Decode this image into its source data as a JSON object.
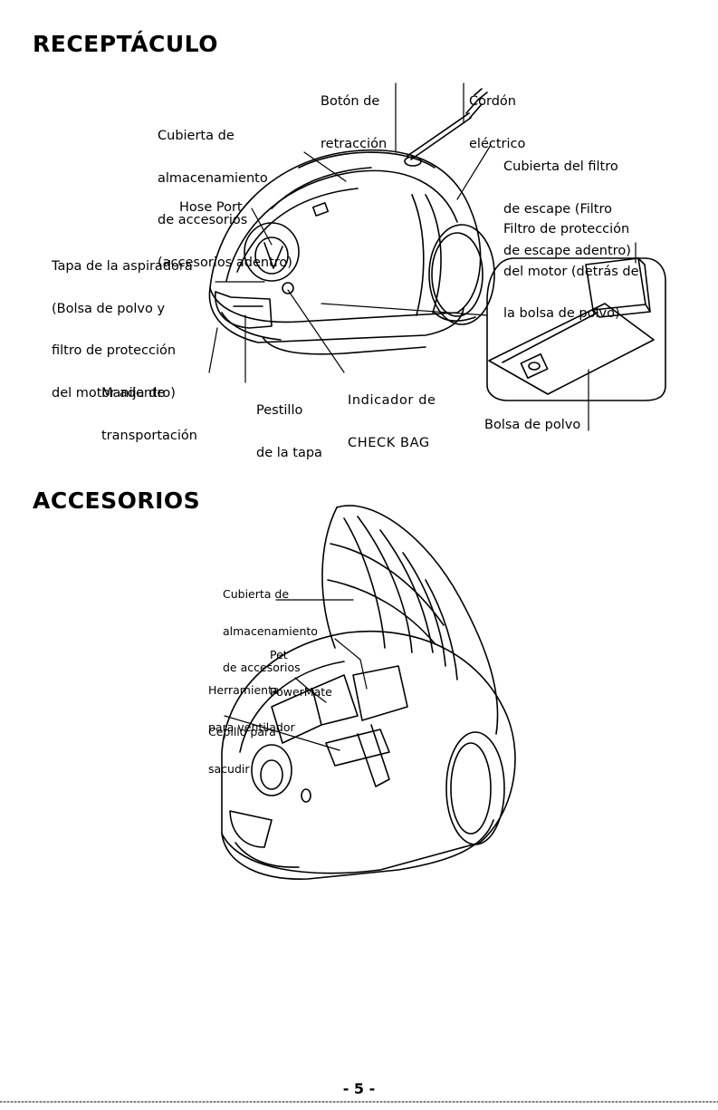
{
  "sections": {
    "receptaculo": {
      "title": "RECEPTÁCULO",
      "labels": {
        "boton": [
          "Botón de",
          "retracción"
        ],
        "cordon": [
          "Cordón",
          "eléctrico"
        ],
        "cubierta_almacen": [
          "Cubierta de",
          "almacenamiento",
          "de accesorios",
          "(accesorios adentro)"
        ],
        "cubierta_filtro": [
          "Cubierta del filtro",
          "de escape (Filtro",
          "de escape adentro)"
        ],
        "hose_port": "Hose Port",
        "filtro_motor": [
          "Filtro de protección",
          "del motor (detrás de",
          "la bolsa de polvo)"
        ],
        "tapa": [
          "Tapa de la aspiradora",
          "(Bolsa de polvo y",
          "filtro de protección",
          "del motor adentro)"
        ],
        "manija": [
          "Manija de",
          "transportación"
        ],
        "pestillo": [
          "Pestillo",
          "de la tapa"
        ],
        "indicador": [
          "Indicador de",
          "CHECK BAG"
        ],
        "bolsa": "Bolsa de polvo"
      }
    },
    "accesorios": {
      "title": "ACCESORIOS",
      "labels": {
        "cubierta": [
          "Cubierta de",
          "almacenamiento",
          "de accesorios"
        ],
        "pet": [
          "Pet",
          "PowerMate"
        ],
        "herramienta": [
          "Herramienta",
          "para ventilador"
        ],
        "cepillo": [
          "Cepillo para",
          "sacudir"
        ]
      }
    }
  },
  "page_number": "- 5 -"
}
